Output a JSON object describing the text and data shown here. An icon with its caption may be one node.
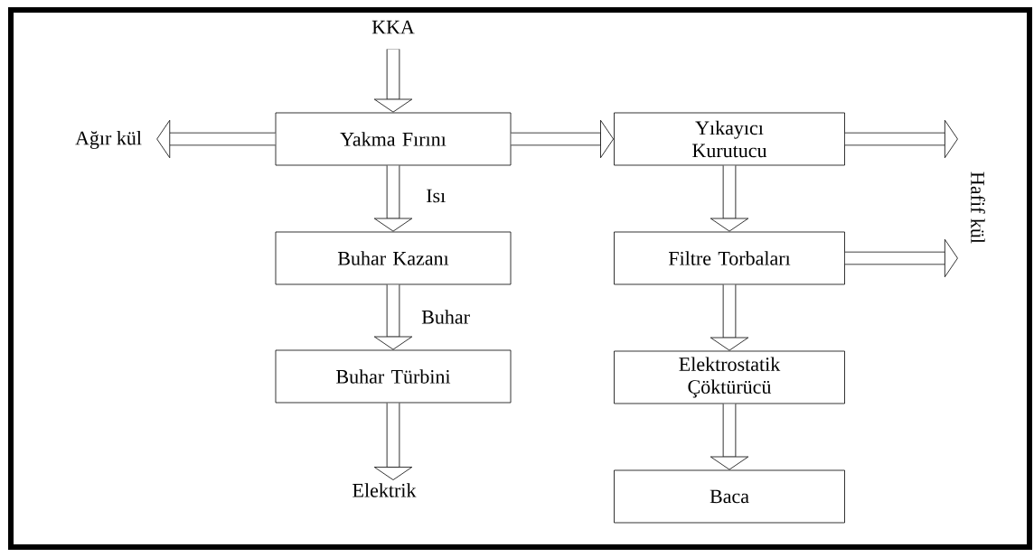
{
  "diagram": {
    "nodes": [
      {
        "text": [
          "KKA"
        ]
      },
      {
        "text": [
          "Ağır kül"
        ]
      },
      {
        "text": [
          "Yakma Fırını"
        ]
      },
      {
        "text": [
          "Yıkayıcı Kurutucu"
        ]
      },
      {
        "text": [
          "Hafif kül"
        ]
      },
      {
        "text": [
          "Buhar Kazanı"
        ]
      },
      {
        "text": [
          "Filtre Torbaları"
        ]
      },
      {
        "text": [
          "Buhar Türbini"
        ]
      },
      {
        "text": [
          "Elektrostatik Çöktürücü"
        ]
      },
      {
        "text": [
          "Elektrik"
        ]
      },
      {
        "text": [
          "Baca"
        ]
      }
    ],
    "edges": [
      {
        "from": 0,
        "to": 2,
        "arrow": "to"
      },
      {
        "from": 2,
        "to": 1,
        "arrow": "to"
      },
      {
        "from": 2,
        "to": 3,
        "arrow": "to"
      },
      {
        "from": 2,
        "to": 5,
        "arrow": "to",
        "label": "Isı"
      },
      {
        "from": 3,
        "to": 4,
        "arrow": "to"
      },
      {
        "from": 3,
        "to": 6,
        "arrow": "to"
      },
      {
        "from": 5,
        "to": 7,
        "arrow": "to",
        "label": "Buhar"
      },
      {
        "from": 6,
        "to": 4,
        "arrow": "to"
      },
      {
        "from": 6,
        "to": 8,
        "arrow": "to"
      },
      {
        "from": 7,
        "to": 9,
        "arrow": "to"
      },
      {
        "from": 8,
        "to": 10,
        "arrow": "to"
      }
    ]
  }
}
